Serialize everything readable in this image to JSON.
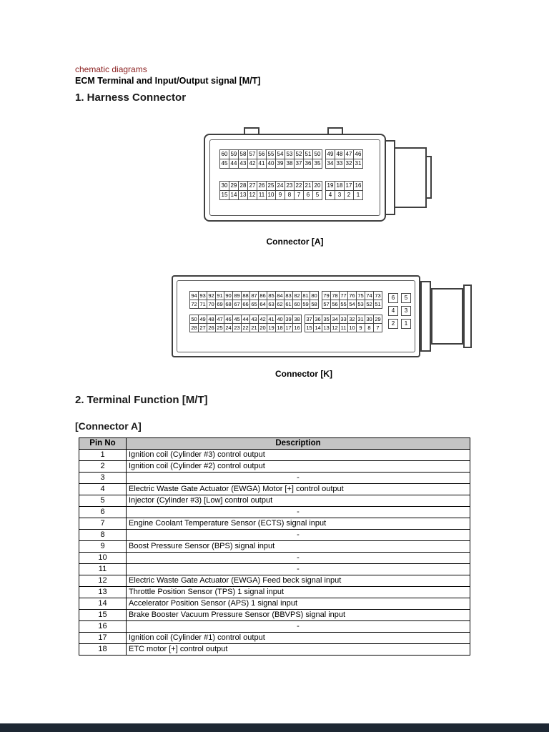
{
  "page": {
    "breadcrumb": "chematic diagrams",
    "title": "ECM Terminal and Input/Output signal [M/T]",
    "section_1": "1. Harness Connector",
    "section_2": "2. Terminal Function [M/T]",
    "subsection": "[Connector A]"
  },
  "colors": {
    "heading_red": "#8a1e1e",
    "table_header_bg": "#c4c4c4",
    "footer_bar": "#1d2733"
  },
  "connector_a": {
    "label": "Connector [A]",
    "blocks": [
      [
        [
          [
            "60",
            "59",
            "58",
            "57",
            "56",
            "55",
            "54",
            "53",
            "52",
            "51",
            "50"
          ],
          [
            "49",
            "48",
            "47",
            "46"
          ]
        ],
        [
          [
            "45",
            "44",
            "43",
            "42",
            "41",
            "40",
            "39",
            "38",
            "37",
            "36",
            "35"
          ],
          [
            "34",
            "33",
            "32",
            "31"
          ]
        ]
      ],
      [
        [
          [
            "30",
            "29",
            "28",
            "27",
            "26",
            "25",
            "24",
            "23",
            "22",
            "21",
            "20"
          ],
          [
            "19",
            "18",
            "17",
            "16"
          ]
        ],
        [
          [
            "15",
            "14",
            "13",
            "12",
            "11",
            "10",
            "9",
            "8",
            "7",
            "6",
            "5"
          ],
          [
            "4",
            "3",
            "2",
            "1"
          ]
        ]
      ]
    ]
  },
  "connector_k": {
    "label": "Connector [K]",
    "blocks": [
      [
        [
          [
            "94",
            "93",
            "92",
            "91",
            "90",
            "89",
            "88",
            "87",
            "86",
            "85",
            "84",
            "83",
            "82",
            "81",
            "80"
          ],
          [
            "79",
            "78",
            "77",
            "76",
            "75",
            "74",
            "73"
          ]
        ],
        [
          [
            "72",
            "71",
            "70",
            "69",
            "68",
            "67",
            "66",
            "65",
            "64",
            "63",
            "62",
            "61",
            "60",
            "59",
            "58"
          ],
          [
            "57",
            "56",
            "55",
            "54",
            "53",
            "52",
            "51"
          ]
        ]
      ],
      [
        [
          [
            "50",
            "49",
            "48",
            "47",
            "46",
            "45",
            "44",
            "43",
            "42",
            "41",
            "40",
            "39",
            "38"
          ],
          [
            "37",
            "36",
            "35",
            "34",
            "33",
            "32",
            "31",
            "30",
            "29"
          ]
        ],
        [
          [
            "28",
            "27",
            "26",
            "25",
            "24",
            "23",
            "22",
            "21",
            "20",
            "19",
            "18",
            "17",
            "16"
          ],
          [
            "15",
            "14",
            "13",
            "12",
            "11",
            "10",
            "9",
            "8",
            "7"
          ]
        ]
      ]
    ],
    "side_grid": [
      [
        "6",
        "5"
      ],
      [
        "4",
        "3"
      ],
      [
        "2",
        "1"
      ]
    ]
  },
  "table": {
    "headers": [
      "Pin No",
      "Description"
    ],
    "rows": [
      {
        "pin": "1",
        "desc": "Ignition coil (Cylinder #3) control output"
      },
      {
        "pin": "2",
        "desc": "Ignition coil (Cylinder #2) control output"
      },
      {
        "pin": "3",
        "desc": "-"
      },
      {
        "pin": "4",
        "desc": "Electric Waste Gate Actuator (EWGA) Motor [+] control output"
      },
      {
        "pin": "5",
        "desc": "Injector (Cylinder #3) [Low] control output"
      },
      {
        "pin": "6",
        "desc": "-"
      },
      {
        "pin": "7",
        "desc": "Engine Coolant Temperature Sensor (ECTS) signal input"
      },
      {
        "pin": "8",
        "desc": "-"
      },
      {
        "pin": "9",
        "desc": "Boost Pressure Sensor (BPS) signal input"
      },
      {
        "pin": "10",
        "desc": "-"
      },
      {
        "pin": "11",
        "desc": "-"
      },
      {
        "pin": "12",
        "desc": "Electric Waste Gate Actuator (EWGA) Feed beck signal input"
      },
      {
        "pin": "13",
        "desc": "Throttle Position Sensor (TPS) 1 signal input"
      },
      {
        "pin": "14",
        "desc": "Accelerator Position Sensor (APS) 1 signal input"
      },
      {
        "pin": "15",
        "desc": "Brake Booster Vacuum Pressure Sensor (BBVPS) signal input"
      },
      {
        "pin": "16",
        "desc": "-"
      },
      {
        "pin": "17",
        "desc": "Ignition coil (Cylinder #1) control output"
      },
      {
        "pin": "18",
        "desc": "ETC motor [+] control output"
      }
    ]
  }
}
